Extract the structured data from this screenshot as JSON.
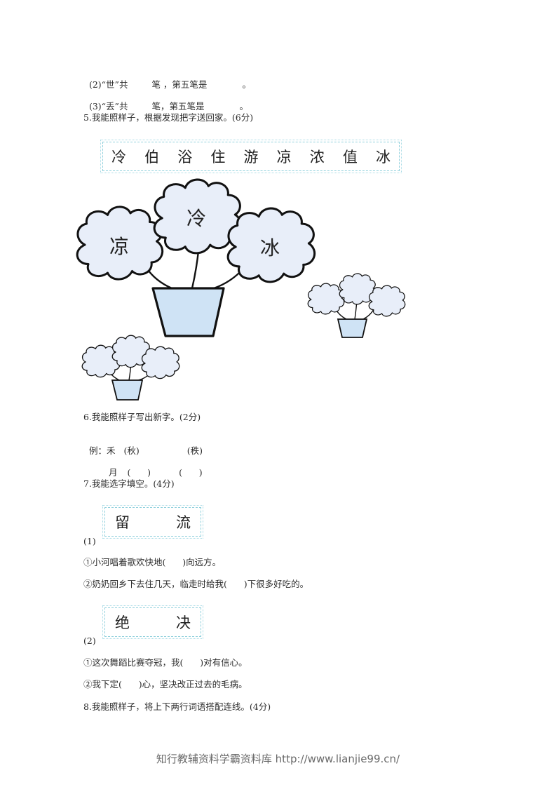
{
  "q4": {
    "item2": {
      "num": "(2)",
      "char": "“世”共",
      "mid": "笔 ，第五笔是",
      "end": "。"
    },
    "item3": {
      "num": "(3)",
      "char": "“丢”共",
      "mid": "笔，第五笔是",
      "end": "。"
    }
  },
  "q5": {
    "title": "5.我能照样子，根据发现把字送回家。(6分)",
    "word_bank": [
      "冷",
      "伯",
      "浴",
      "住",
      "游",
      "凉",
      "浓",
      "值",
      "冰"
    ],
    "big_pot_flowers": [
      "凉",
      "冷",
      "冰"
    ],
    "colors": {
      "flower_fill": "#e8eef9",
      "pot_fill": "#cfe3f5",
      "border": "#8fd0dc",
      "stroke": "#111111"
    }
  },
  "q6": {
    "title": "6.我能照样子写出新字。(2分)",
    "example_label": "例：禾",
    "example_answer1": "(秋)",
    "example_answer2": "(秩)",
    "row2_char": "月",
    "row2_blank1": "(      )",
    "row2_blank2": "(      )"
  },
  "q7": {
    "title": "7.我能选字填空。(4分)",
    "group1": {
      "label": "(1)",
      "options": [
        "留",
        "流"
      ],
      "s1": "①小河唱着歌欢快地(      )向远方。",
      "s2": "②奶奶回乡下去住几天，临走时给我(      )下很多好吃的。"
    },
    "group2": {
      "label": "(2)",
      "options": [
        "绝",
        "决"
      ],
      "s1": "①这次舞蹈比赛夺冠，我(      )对有信心。",
      "s2": "②我下定(      )心，坚决改正过去的毛病。"
    }
  },
  "q8": {
    "title": "8.我能照样子，将上下两行词语搭配连线。(4分)"
  },
  "footer": {
    "text": "知行教辅资料学霸资料库 http://www.lianjie99.cn/"
  }
}
